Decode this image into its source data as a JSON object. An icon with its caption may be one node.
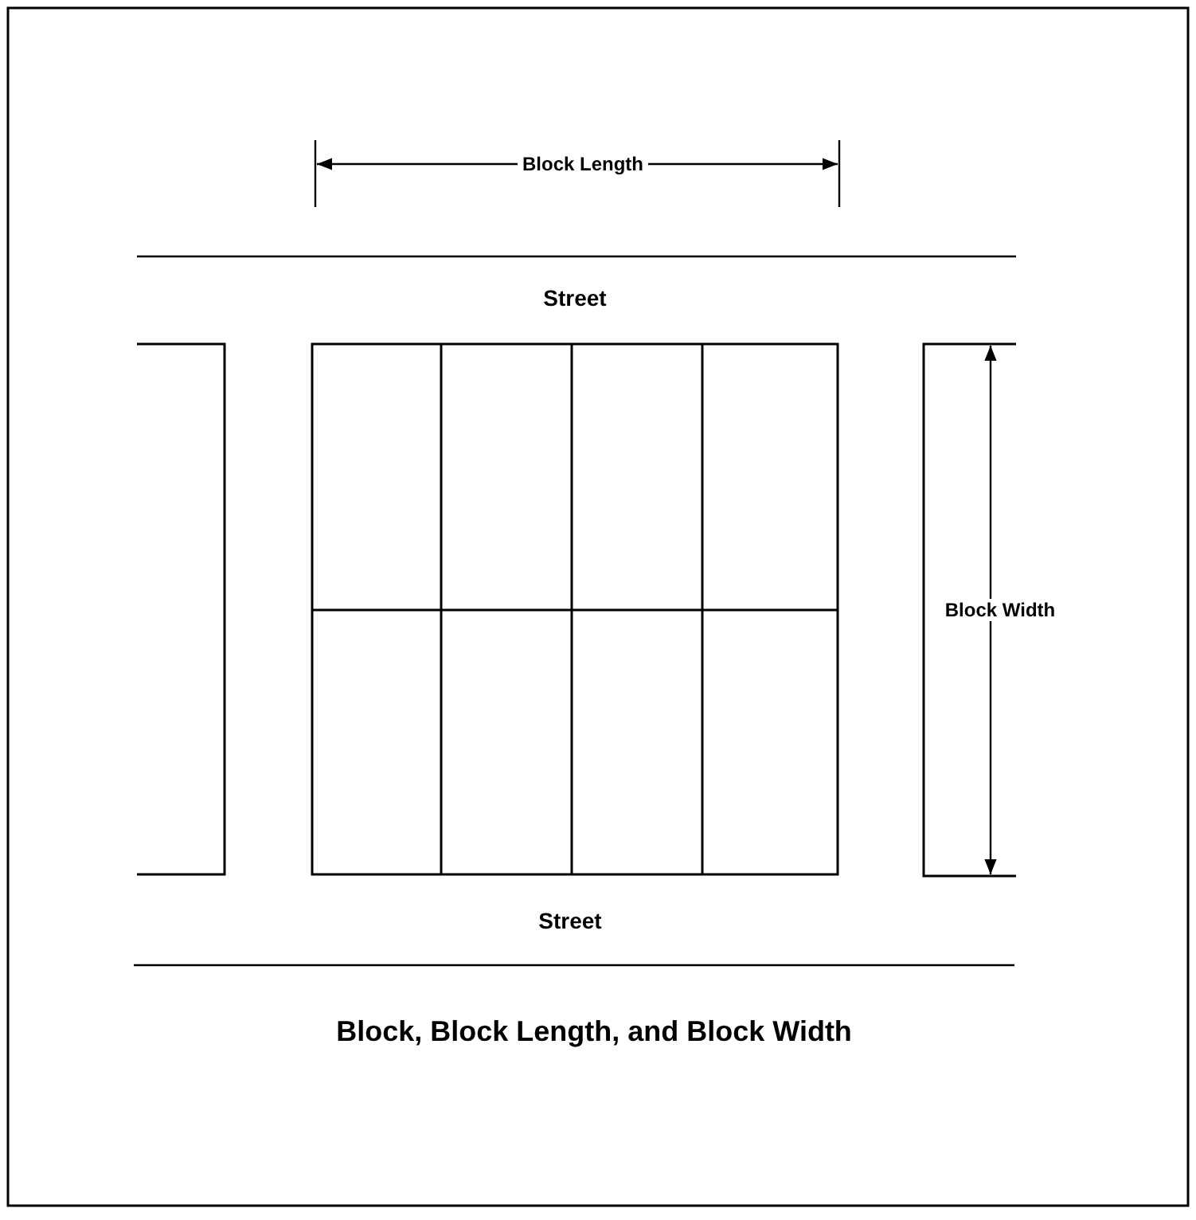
{
  "diagram": {
    "caption": "Block, Block Length, and Block Width",
    "labels": [
      "Block Length",
      "Street",
      "Block Width",
      "Street"
    ]
  }
}
